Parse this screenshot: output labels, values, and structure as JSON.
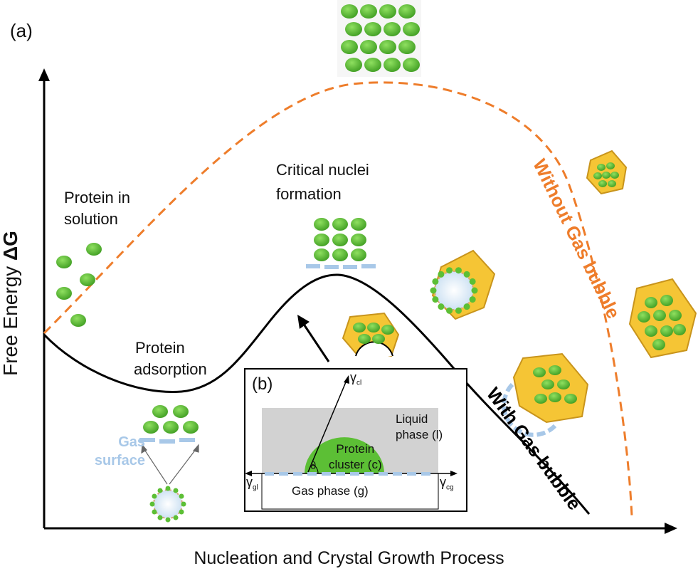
{
  "panel_a_label": "(a)",
  "panel_b_label": "(b)",
  "axes": {
    "x_label": "Nucleation and Crystal Growth Process",
    "y_label_prefix": "Free Energy ",
    "y_label_symbol": "ΔG"
  },
  "annotations": {
    "protein_in_solution": [
      "Protein in",
      "solution"
    ],
    "protein_adsorption": [
      "Protein",
      "adsorption"
    ],
    "critical_nuclei": [
      "Critical nuclei",
      "formation"
    ],
    "gas_surface": [
      "Gas",
      "surface"
    ],
    "with_gas_bubble": "With Gas bubble",
    "without_gas_bubble": "Without Gas bubble"
  },
  "inset": {
    "gamma_cl": "γ",
    "gamma_cl_sub": "cl",
    "gamma_gl": "γ",
    "gamma_gl_sub": "gl",
    "gamma_cg": "γ",
    "gamma_cg_sub": "cg",
    "theta": "θ",
    "liquid_phase": [
      "Liquid",
      "phase (l)"
    ],
    "protein_cluster": [
      "Protein",
      "cluster (c)"
    ],
    "gas_phase": "Gas phase (g)"
  },
  "colors": {
    "protein_green": "#5cbf35",
    "gas_blue": "#a8c8e8",
    "crystal_yellow": "#f5c535",
    "without_bubble_orange": "#ee7d2b",
    "with_bubble_black": "#000000",
    "liquid_gray": "#d2d2d2"
  }
}
